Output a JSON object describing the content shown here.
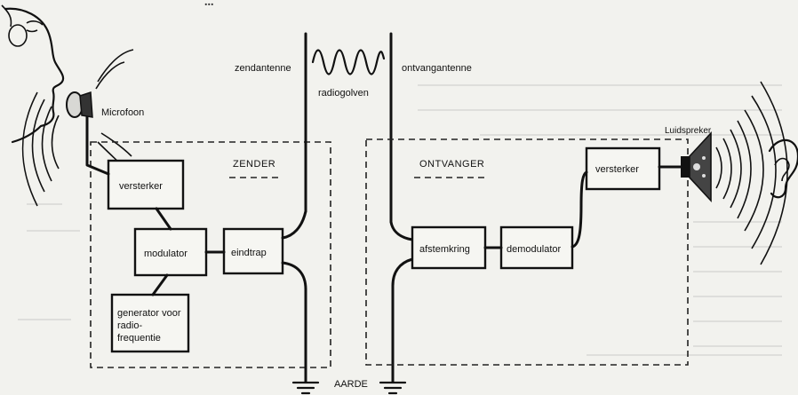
{
  "top_text": "...",
  "labels": {
    "microfoon": "Microfoon",
    "zendantenne": "zendantenne",
    "radiogolven": "radiogolven",
    "ontvangantenne": "ontvangantenne",
    "luidspreker": "Luidspreker",
    "zender": "ZENDER",
    "ontvanger": "ONTVANGER",
    "aarde": "AARDE"
  },
  "blocks": {
    "versterker_zender": "versterker",
    "modulator": "modulator",
    "eindtrap": "eindtrap",
    "generator_lines": [
      "generator voor",
      "radio-",
      "frequentie"
    ],
    "afstemkring": "afstemkring",
    "demodulator": "demodulator",
    "versterker_ontvanger": "versterker"
  }
}
